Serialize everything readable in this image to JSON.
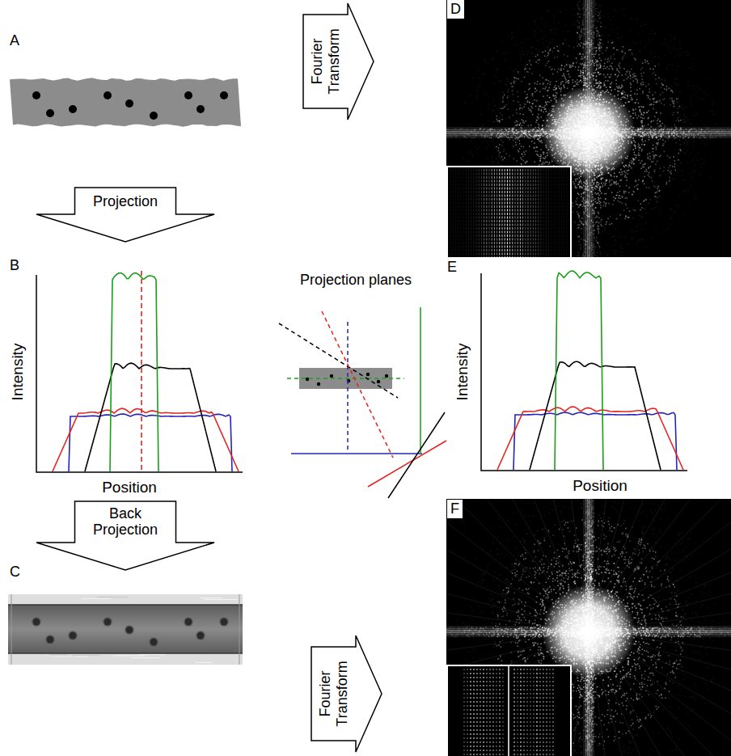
{
  "diagram": {
    "nodes": [
      {
        "text": [
          "Fourier Transform"
        ]
      },
      {
        "text": [
          "Projection"
        ]
      },
      {
        "text": [
          "Back Projection"
        ]
      },
      {
        "text": [
          "Fourier Transform"
        ]
      }
    ],
    "labels": [
      "A",
      "D",
      "B",
      "Projection planes",
      "E",
      "Intensity",
      "Position",
      "Intensity",
      "Position",
      "C",
      "F"
    ]
  }
}
